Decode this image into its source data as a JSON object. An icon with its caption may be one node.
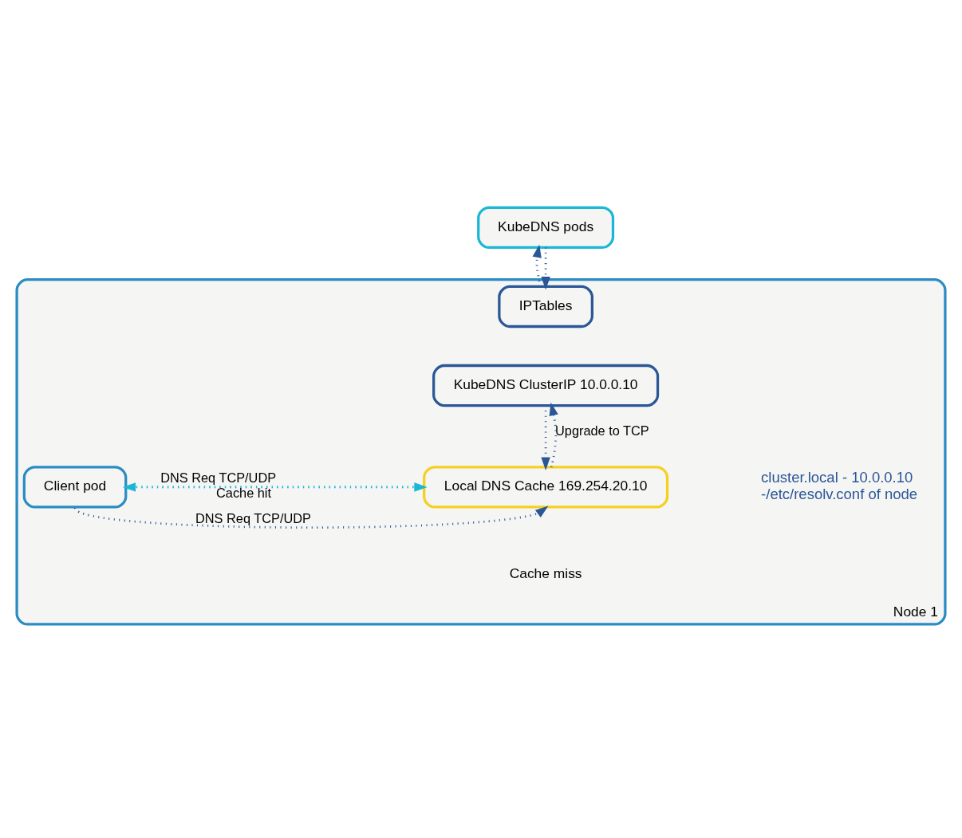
{
  "diagram": {
    "nodes": [
      {
        "text": [
          "Node 1"
        ]
      },
      {
        "text": [
          "KubeDNS pods"
        ]
      },
      {
        "text": [
          "IPTables"
        ],
        "in": 0
      },
      {
        "text": [
          "KubeDNS ClusterIP 10.0.0.10"
        ],
        "in": 0
      },
      {
        "text": [
          "Client pod"
        ],
        "in": 0
      },
      {
        "text": [
          "Local DNS Cache 169.254.20.10"
        ],
        "in": 0,
        "beside": [
          "cluster.local - 10.0.0.10",
          "-/etc/resolv.conf of node"
        ]
      }
    ],
    "edges": [
      {
        "from": 1,
        "to": 2,
        "arrow": "to"
      },
      {
        "from": 2,
        "to": 1,
        "arrow": "to"
      },
      {
        "from": 3,
        "to": 5,
        "arrow": "to"
      },
      {
        "from": 5,
        "to": 3,
        "arrow": "to",
        "label": "Upgrade to TCP"
      },
      {
        "from": 4,
        "to": 5,
        "arrow": "to",
        "label": "DNS Req TCP/UDP",
        "color": "#1ab8d6"
      },
      {
        "from": 5,
        "to": 4,
        "arrow": "to",
        "label": "Cache hit",
        "color": "#1ab8d6"
      },
      {
        "from": 4,
        "to": 5,
        "arrow": "to",
        "label": "DNS Req TCP/UDP"
      }
    ],
    "labels": [
      "Cache miss"
    ]
  }
}
